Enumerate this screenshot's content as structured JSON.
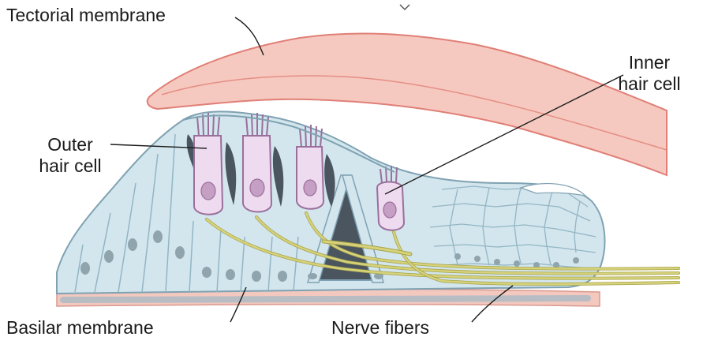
{
  "labels": {
    "tectorial_membrane": "Tectorial membrane",
    "inner_hair_cell_line1": "Inner",
    "inner_hair_cell_line2": "hair cell",
    "outer_hair_cell_line1": "Outer",
    "outer_hair_cell_line2": "hair cell",
    "basilar_membrane": "Basilar membrane",
    "nerve_fibers": "Nerve fibers"
  },
  "colors": {
    "tectorial_fill": "#f6c9c0",
    "tectorial_edge": "#e07f76",
    "tissue_fill": "#d3e6ee",
    "tissue_edge": "#7fa2b2",
    "cell_line": "#93b5c4",
    "nucleus": "#8fa4ad",
    "hair_cell_fill": "#efdbef",
    "hair_cell_edge": "#9a6f9c",
    "hair_cell_nucleus": "#c59fc4",
    "nerve": "#d6d27a",
    "nerve_edge": "#a7a24a",
    "basilar": "#f2c8bf",
    "leader_line": "#1a1a1a"
  }
}
